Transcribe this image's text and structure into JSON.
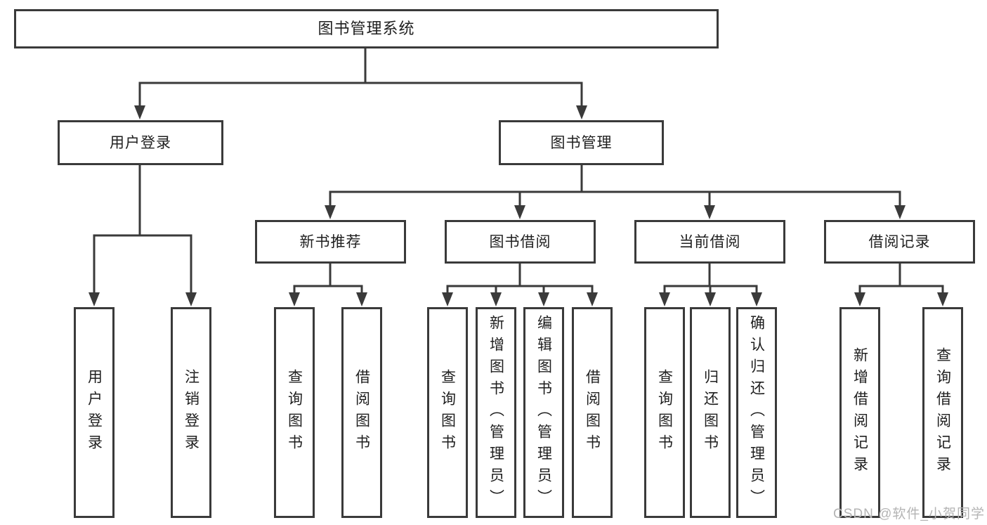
{
  "tree": {
    "root": {
      "label": "图书管理系统",
      "children": [
        {
          "label": "用户登录",
          "children": [
            {
              "label": "用户登录"
            },
            {
              "label": "注销登录"
            }
          ]
        },
        {
          "label": "图书管理",
          "children": [
            {
              "label": "新书推荐",
              "children": [
                {
                  "label": "查询图书"
                },
                {
                  "label": "借阅图书"
                }
              ]
            },
            {
              "label": "图书借阅",
              "children": [
                {
                  "label": "查询图书"
                },
                {
                  "label": "新增图书（管理员）"
                },
                {
                  "label": "编辑图书（管理员）"
                },
                {
                  "label": "借阅图书"
                }
              ]
            },
            {
              "label": "当前借阅",
              "children": [
                {
                  "label": "查询图书"
                },
                {
                  "label": "归还图书"
                },
                {
                  "label": "确认归还（管理员）"
                }
              ]
            },
            {
              "label": "借阅记录",
              "children": [
                {
                  "label": "新增借阅记录"
                },
                {
                  "label": "查询借阅记录"
                }
              ]
            }
          ]
        }
      ]
    }
  },
  "watermark": {
    "text": "CSDN @软件_小贺同学"
  },
  "colors": {
    "line": "#3a3a3a",
    "box_border": "#3a3a3a",
    "text": "#1f1f1f",
    "background": "#ffffff",
    "watermark": "#b4b4b4"
  }
}
